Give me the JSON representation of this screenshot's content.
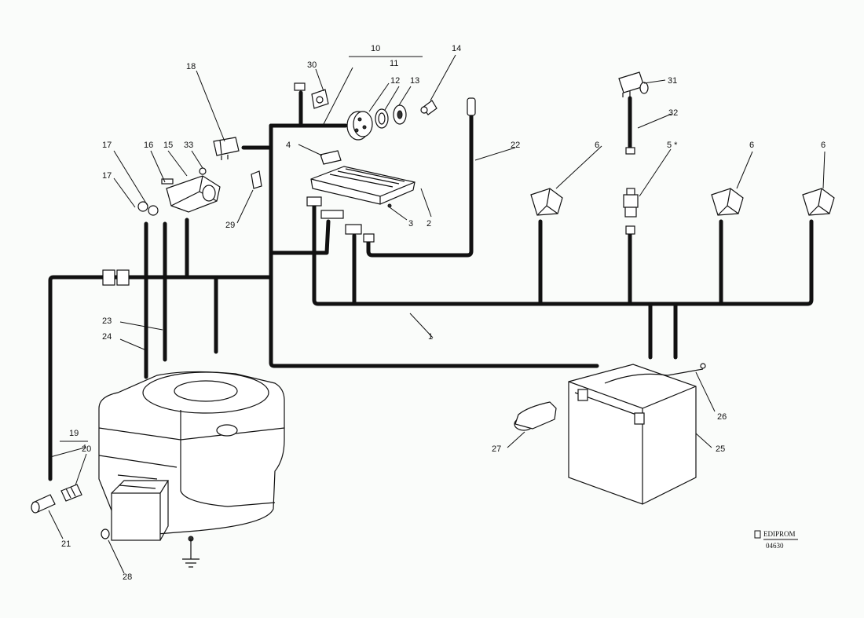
{
  "labels": {
    "c1": "1",
    "c2": "2",
    "c3": "3",
    "c4": "4",
    "c5": "5 *",
    "c6a": "6",
    "c6b": "6",
    "c6c": "6",
    "c10": "10",
    "c11": "11",
    "c12": "12",
    "c13": "13",
    "c14": "14",
    "c15": "15",
    "c16": "16",
    "c17a": "17",
    "c17b": "17",
    "c18": "18",
    "c19": "19",
    "c20": "20",
    "c21": "21",
    "c22": "22",
    "c23": "23",
    "c24": "24",
    "c25": "25",
    "c26": "26",
    "c27": "27",
    "c28": "28",
    "c29": "29",
    "c30": "30",
    "c31": "31",
    "c32": "32",
    "c33": "33"
  },
  "logo": {
    "name": "EDIPROM",
    "code": "04630"
  },
  "colors": {
    "ink": "#111111",
    "paper": "#fafcfa"
  }
}
